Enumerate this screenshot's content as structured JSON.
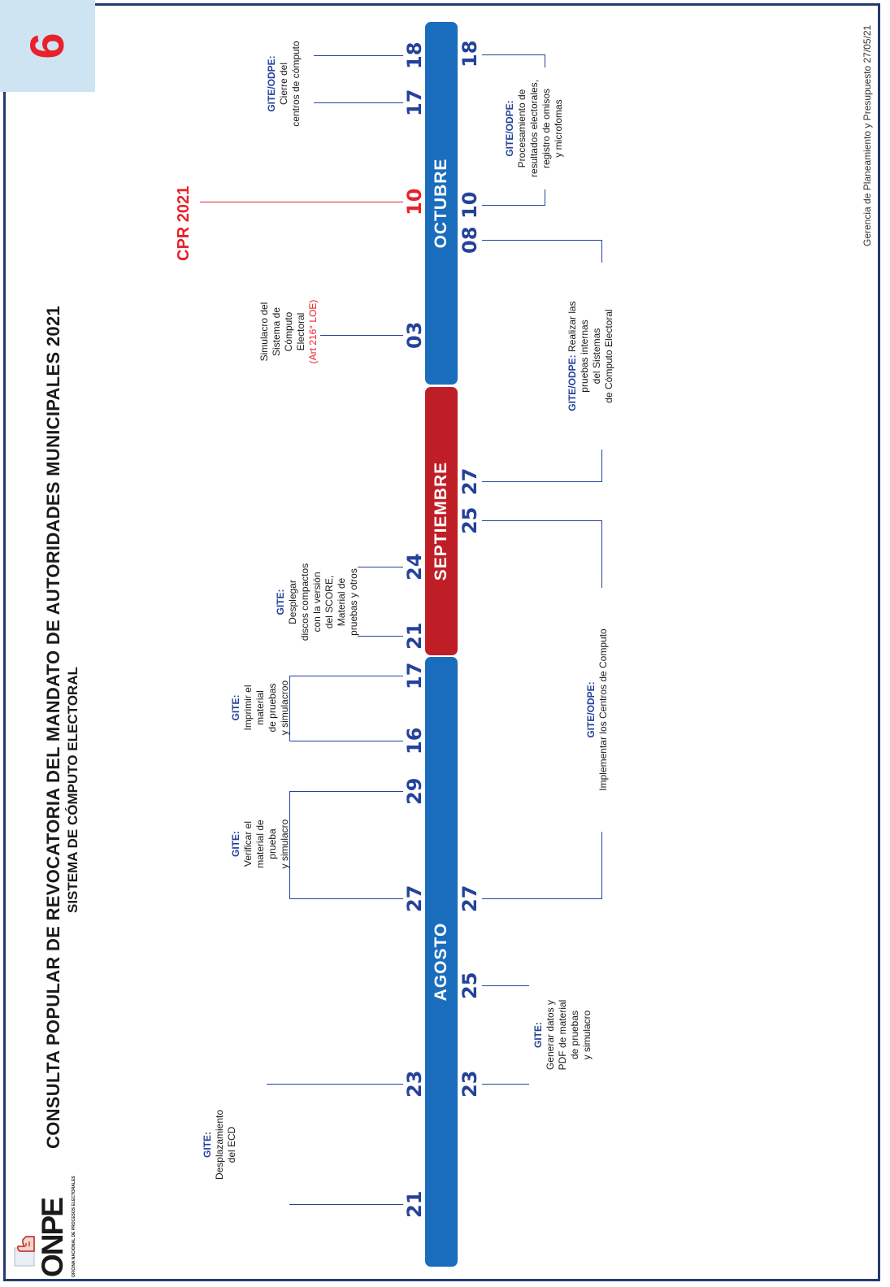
{
  "header": {
    "title": "CONSULTA POPULAR DE REVOCATORIA DEL MANDATO DE AUTORIDADES MUNICIPALES 2021",
    "subtitle": "SISTEMA DE CÓMPUTO ELECTORAL",
    "page_number": "6",
    "logo_text": "ONPE",
    "logo_caption": "OFICINA NACIONAL DE PROCESOS ELECTORALES"
  },
  "months": {
    "agosto": "AGOSTO",
    "septiembre": "SEPTIEMBRE",
    "octubre": "OCTUBRE"
  },
  "dates_top": [
    "21",
    "23",
    "27",
    "29",
    "16",
    "17",
    "21",
    "24",
    "03",
    "10",
    "17",
    "18"
  ],
  "dates_bottom": [
    "23",
    "25",
    "27",
    "25",
    "27",
    "08",
    "10",
    "18"
  ],
  "election": {
    "label": "CPR 2021"
  },
  "notes": {
    "desplazamiento": {
      "who": "GITE:",
      "l1": "Desplazamiento",
      "l2": "del ECD"
    },
    "verificar": {
      "who": "GITE:",
      "l1": "Verificar el",
      "l2": "material de",
      "l3": "prueba",
      "l4": "y simulacro"
    },
    "imprimir": {
      "who": "GITE:",
      "l1": "Imprimir el",
      "l2": "material",
      "l3": "de pruebas",
      "l4": "y simulacroo"
    },
    "desplegar": {
      "who": "GITE:",
      "l1": "Desplegar",
      "l2": "discos compactos",
      "l3": "con la versión",
      "l4": "del SCORE,",
      "l5": "Material de",
      "l6": "pruebas y otros"
    },
    "simulacro": {
      "l1": "Simulacro del",
      "l2": "Sistema de",
      "l3": "Cómputo",
      "l4": "Electoral",
      "law": "(Art 216° LOE)"
    },
    "cierre": {
      "who": "GITE/ODPE:",
      "l1": "Cierre del",
      "l2": "centros de cómputo"
    },
    "generar": {
      "who": "GITE:",
      "l1": "Generar datos y",
      "l2": "PDF de material",
      "l3": "de pruebas",
      "l4": "y simulacro"
    },
    "implementar": {
      "who": "GITE/ODPE:",
      "l1": "Implementar los Centros de Computo"
    },
    "realizar": {
      "who": "GITE/ODPE:",
      "l1": "Realizar las",
      "l2": "pruebas internas",
      "l3": "del Sistemas",
      "l4": "de Cómputo Electoral"
    },
    "procesamiento": {
      "who": "GITE/ODPE:",
      "l1": "Procesamiento de",
      "l2": "resultados electorales,",
      "l3": "registro de omisos",
      "l4": "y microfomas"
    }
  },
  "footer": "Gerencia de Planeamiento y Presupuesto 27/05/21",
  "colors": {
    "blue": "#1a6dbd",
    "red": "#c01e26",
    "navy": "#24429a",
    "accent_red": "#e8212a",
    "page_box": "#cfe4f3"
  }
}
